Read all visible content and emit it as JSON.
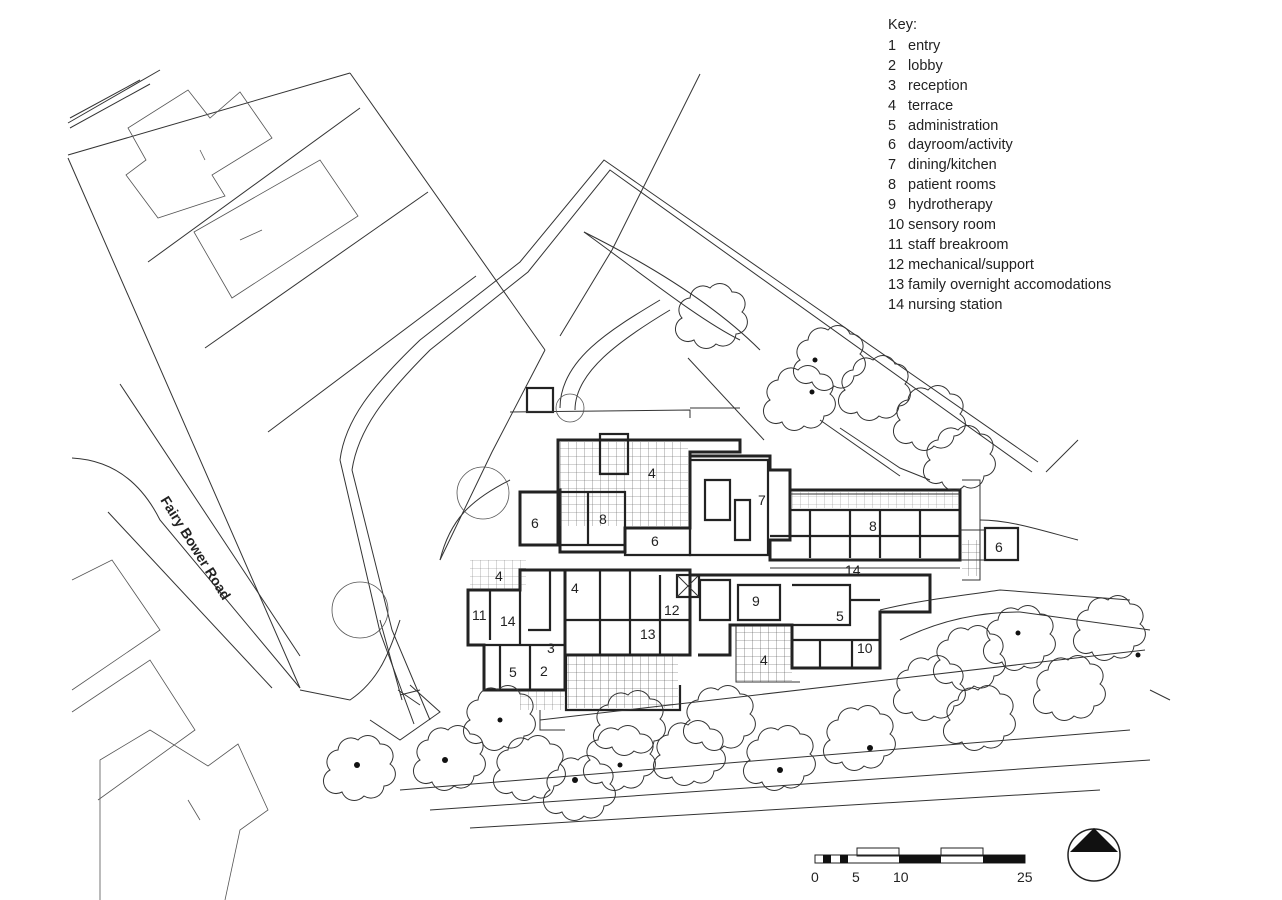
{
  "key": {
    "title": "Key:",
    "items": [
      {
        "num": "1",
        "label": "entry"
      },
      {
        "num": "2",
        "label": "lobby"
      },
      {
        "num": "3",
        "label": "reception"
      },
      {
        "num": "4",
        "label": "terrace"
      },
      {
        "num": "5",
        "label": "administration"
      },
      {
        "num": "6",
        "label": "dayroom/activity"
      },
      {
        "num": "7",
        "label": "dining/kitchen"
      },
      {
        "num": "8",
        "label": "patient rooms"
      },
      {
        "num": "9",
        "label": "hydrotherapy"
      },
      {
        "num": "10",
        "label": "sensory room"
      },
      {
        "num": "11",
        "label": "staff breakroom"
      },
      {
        "num": "12",
        "label": "mechanical/support"
      },
      {
        "num": "13",
        "label": "family overnight accomodations"
      },
      {
        "num": "14",
        "label": "nursing station"
      }
    ]
  },
  "road_name": "Fairy Bower Road",
  "room_labels": {
    "terrace_top": "4",
    "dining": "7",
    "dayroom_west": "6",
    "patients_west": "8",
    "dayroom_center": "6",
    "patients_east": "8",
    "dayroom_east": "6",
    "nursing_east": "14",
    "terrace_west": "4",
    "terrace_center": "4",
    "staff": "11",
    "nursing_west": "14",
    "reception": "3",
    "mechanical": "12",
    "hydro": "9",
    "admin_east": "5",
    "family": "13",
    "admin_west": "5",
    "lobby": "2",
    "terrace_south": "4",
    "sensory": "10"
  },
  "scale": {
    "t0": "0",
    "t5": "5",
    "t10": "10",
    "t25": "25"
  }
}
